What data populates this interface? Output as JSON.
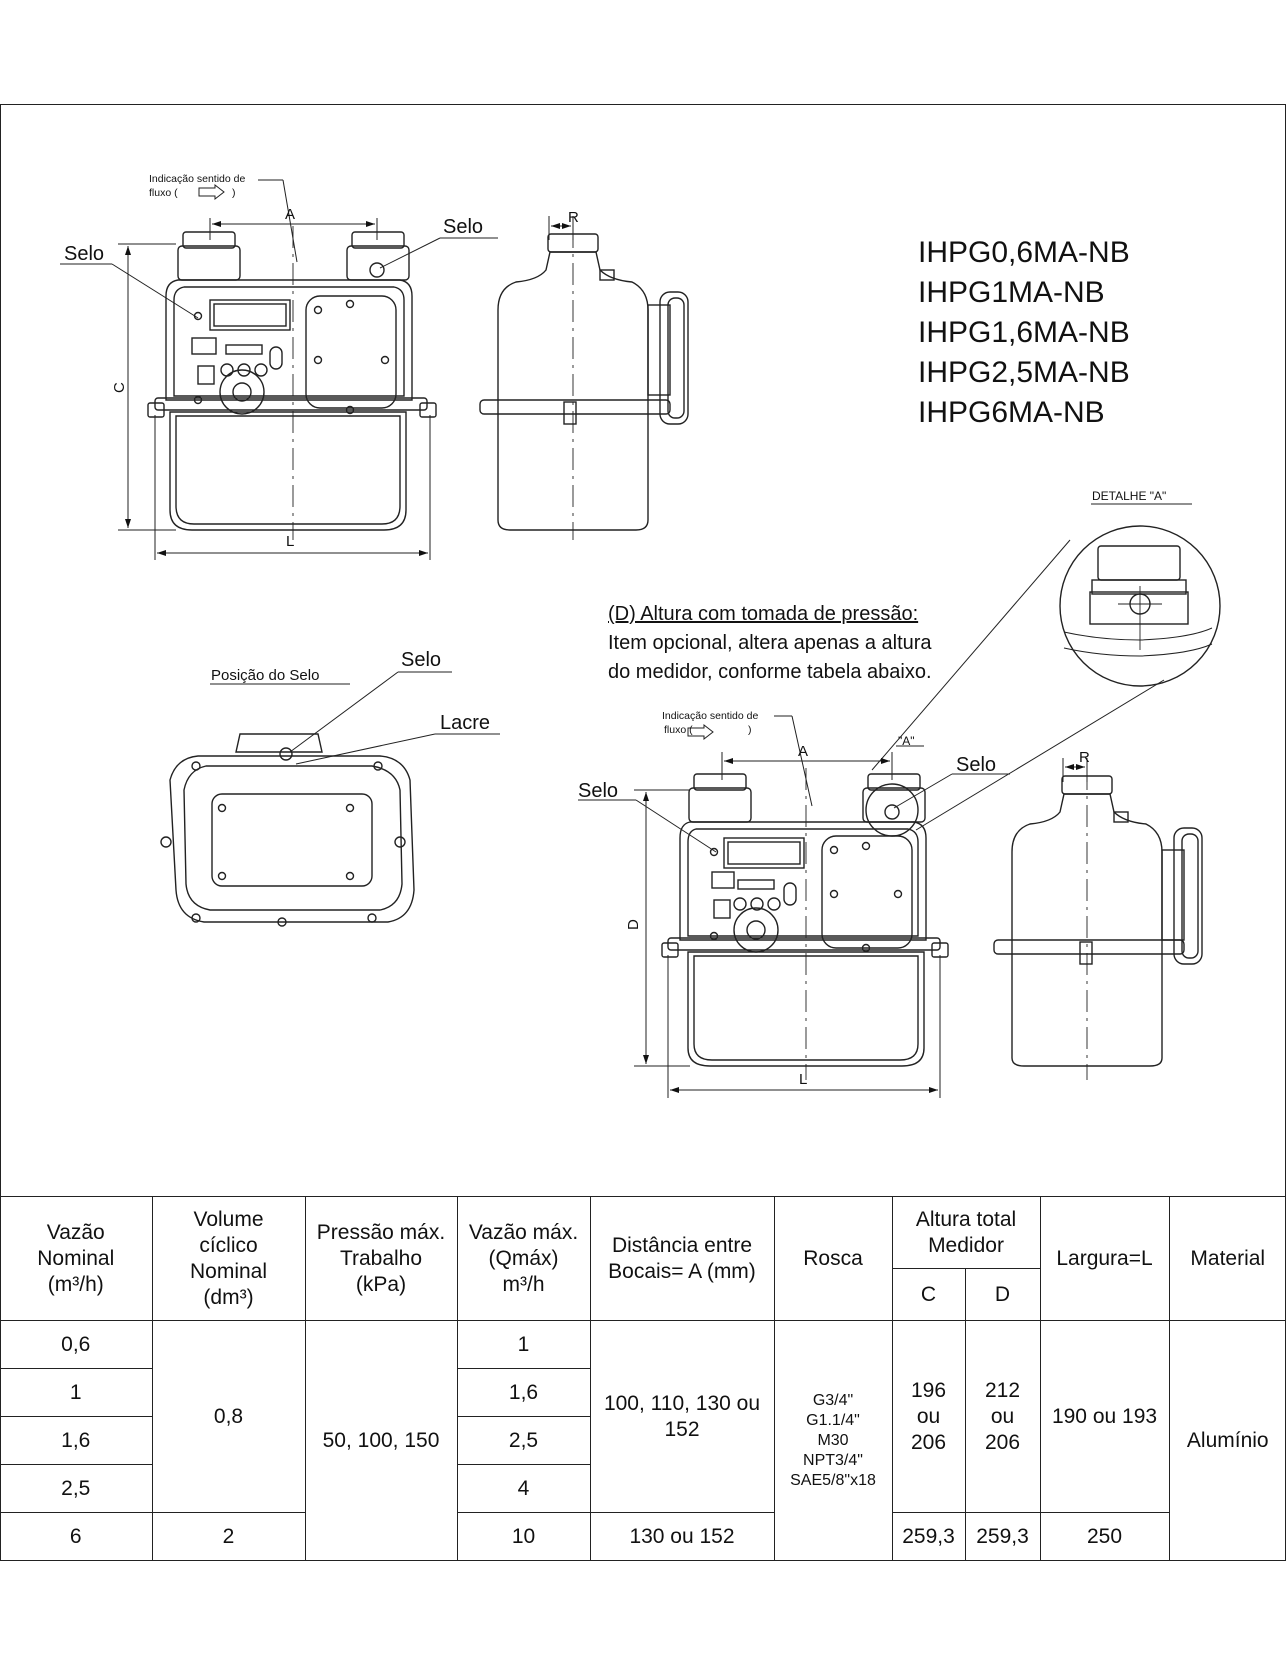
{
  "labels": {
    "flow_indication_line1": "Indicação sentido de",
    "flow_indication_line2_a": "fluxo (",
    "flow_indication_line2_b": ")",
    "dim_a": "A",
    "dim_c": "C",
    "dim_d": "D",
    "dim_l": "L",
    "dim_r": "R",
    "selo": "Selo",
    "lacre": "Lacre",
    "posicao_selo": "Posição do Selo",
    "detalhe_a": "DETALHE \"A\"",
    "callout_a": "\"A\""
  },
  "models": [
    "IHPG0,6MA-NB",
    "IHPG1MA-NB",
    "IHPG1,6MA-NB",
    "IHPG2,5MA-NB",
    "IHPG6MA-NB"
  ],
  "note": {
    "line1": "(D) Altura com tomada de pressão:",
    "line2": "Item opcional, altera apenas a altura",
    "line3": "do medidor, conforme tabela abaixo."
  },
  "table": {
    "headers": {
      "vazao_nominal": [
        "Vazão",
        "Nominal",
        "(m³/h)"
      ],
      "volume_ciclico": [
        "Volume",
        "cíclico",
        "Nominal",
        "(dm³)"
      ],
      "pressao": [
        "Pressão máx.",
        "Trabalho",
        "(kPa)"
      ],
      "vazao_max": [
        "Vazão máx.",
        "(Qmáx)",
        "m³/h"
      ],
      "distancia": [
        "Distância entre",
        "Bocais= A (mm)"
      ],
      "rosca": "Rosca",
      "altura": [
        "Altura total",
        "Medidor"
      ],
      "altura_c": "C",
      "altura_d": "D",
      "largura": "Largura=L",
      "material": "Material"
    },
    "vazao_nominal": [
      "0,6",
      "1",
      "1,6",
      "2,5",
      "6"
    ],
    "volume_ciclico": [
      "0,8",
      "2"
    ],
    "pressao": "50, 100, 150",
    "vazao_max": [
      "1",
      "1,6",
      "2,5",
      "4",
      "10"
    ],
    "distancia": [
      "100, 110, 130 ou",
      "152",
      "130 ou 152"
    ],
    "rosca": [
      "G3/4\"",
      "G1.1/4\"",
      "M30",
      "NPT3/4\"",
      "SAE5/8\"x18"
    ],
    "altura_c": [
      "196",
      "ou",
      "206",
      "259,3"
    ],
    "altura_d": [
      "212",
      "ou",
      "206",
      "259,3"
    ],
    "largura": [
      "190 ou 193",
      "250"
    ],
    "material": "Alumínio"
  }
}
